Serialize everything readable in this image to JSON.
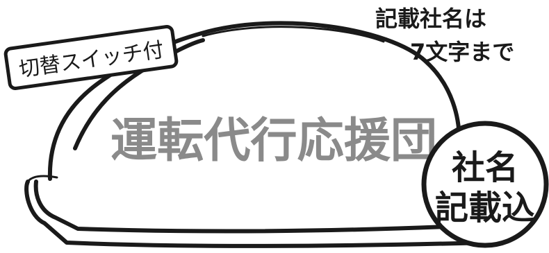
{
  "switch_label": "切替スイッチ付",
  "company_note": {
    "line1": "記載社名は",
    "line2": "7文字まで"
  },
  "sign_text": "運転代行応援団",
  "badge": {
    "line1": "社名",
    "line2": "記載込"
  },
  "colors": {
    "ink": "#1a1a1a",
    "sign_text": "#8a8a8a",
    "background": "#ffffff"
  }
}
